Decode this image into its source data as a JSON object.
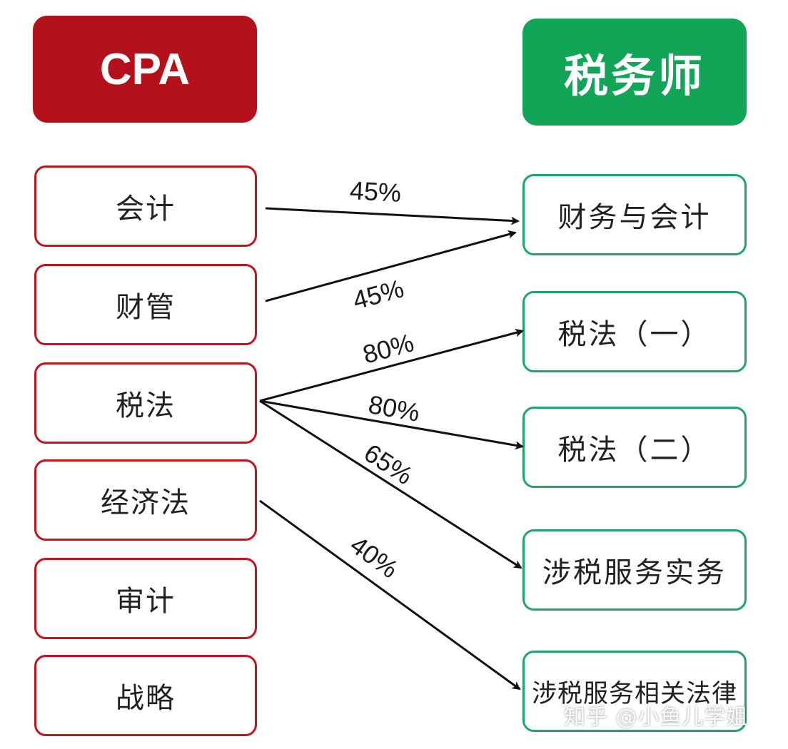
{
  "headers": {
    "left": "CPA",
    "right": "税务师"
  },
  "cpa_subjects": [
    "会计",
    "财管",
    "税法",
    "经济法",
    "审计",
    "战略"
  ],
  "tax_subjects": [
    "财务与会计",
    "税法（一）",
    "税法（二）",
    "涉税服务实务",
    "涉税服务相关法律"
  ],
  "links": [
    {
      "from": "会计",
      "to": "财务与会计",
      "percent": "45%"
    },
    {
      "from": "财管",
      "to": "财务与会计",
      "percent": "45%"
    },
    {
      "from": "税法",
      "to": "税法（一）",
      "percent": "80%"
    },
    {
      "from": "税法",
      "to": "税法（二）",
      "percent": "80%"
    },
    {
      "from": "税法",
      "to": "涉税服务实务",
      "percent": "65%"
    },
    {
      "from": "经济法",
      "to": "涉税服务相关法律",
      "percent": "40%"
    }
  ],
  "watermark": "知乎 @小鱼儿学姐",
  "colors": {
    "cpa": "#b3121c",
    "tax": "#12a557"
  }
}
